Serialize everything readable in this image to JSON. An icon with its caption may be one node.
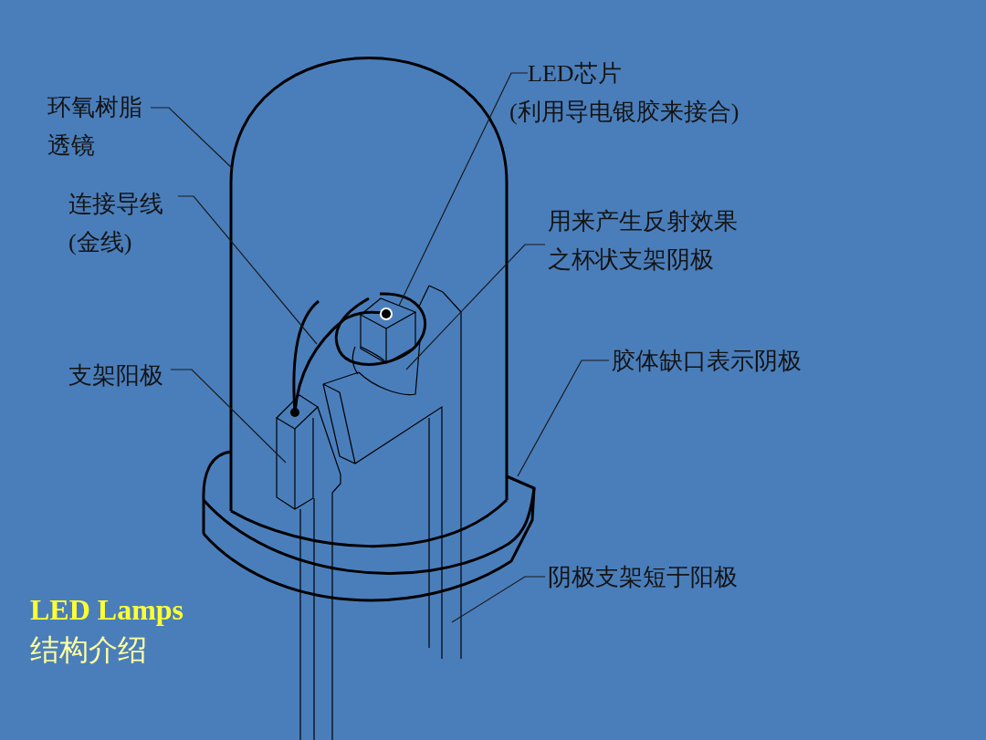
{
  "diagram": {
    "title": "LED Lamps",
    "nodes": [
      {
        "text": [
          "LED芯片",
          "(利用导电银胶来接合)"
        ]
      },
      {
        "text": [
          "环氧树脂透镜"
        ]
      },
      {
        "text": [
          "连接导线",
          "(金线)"
        ]
      },
      {
        "text": [
          "用来产生反射效果之杯状支架阴极"
        ]
      },
      {
        "text": [
          "胶体缺口表示阴极"
        ]
      },
      {
        "text": [
          "支架阳极"
        ]
      },
      {
        "text": [
          "阴极支架短于阳极"
        ]
      }
    ],
    "edges": [
      {
        "from": 0,
        "to": null,
        "arrow": "none"
      },
      {
        "from": 1,
        "to": null,
        "arrow": "none"
      },
      {
        "from": 2,
        "to": null,
        "arrow": "none"
      },
      {
        "from": 3,
        "to": null,
        "arrow": "none"
      },
      {
        "from": 4,
        "to": null,
        "arrow": "none"
      },
      {
        "from": 5,
        "to": null,
        "arrow": "none"
      },
      {
        "from": 6,
        "to": null,
        "arrow": "none"
      }
    ],
    "labels": [
      "结构介绍"
    ]
  }
}
